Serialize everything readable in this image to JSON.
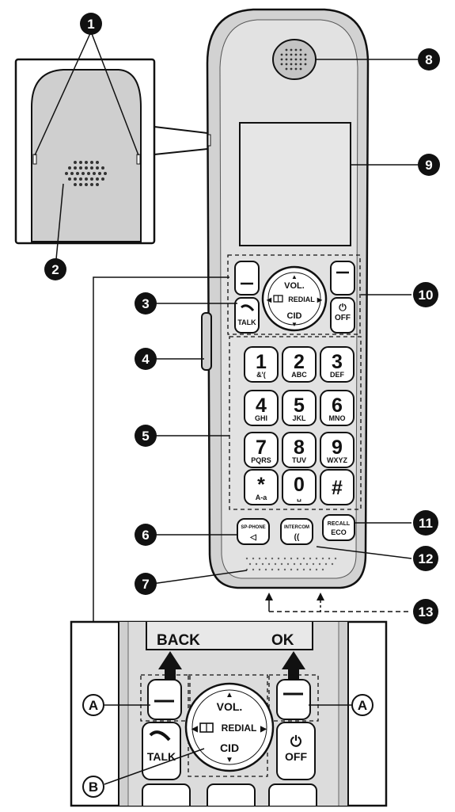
{
  "callouts": [
    "1",
    "2",
    "3",
    "4",
    "5",
    "6",
    "7",
    "8",
    "9",
    "10",
    "11",
    "12",
    "13"
  ],
  "nav_key": {
    "up": "VOL.",
    "right": "REDIAL",
    "down": "CID"
  },
  "talk_label": "TALK",
  "off_label": "OFF",
  "keypad": [
    {
      "main": "1",
      "sub": "&'("
    },
    {
      "main": "2",
      "sub": "ABC"
    },
    {
      "main": "3",
      "sub": "DEF"
    },
    {
      "main": "4",
      "sub": "GHI"
    },
    {
      "main": "5",
      "sub": "JKL"
    },
    {
      "main": "6",
      "sub": "MNO"
    },
    {
      "main": "7",
      "sub": "PQRS"
    },
    {
      "main": "8",
      "sub": "TUV"
    },
    {
      "main": "9",
      "sub": "WXYZ"
    },
    {
      "main": "*",
      "sub": "A-a"
    },
    {
      "main": "0",
      "sub": "␣"
    },
    {
      "main": "#",
      "sub": ""
    }
  ],
  "sp_phone_label": "SP-PHONE",
  "intercom_label": "INTERCOM",
  "recall_label": "RECALL",
  "eco_label": "ECO",
  "inset": {
    "back_label": "BACK",
    "ok_label": "OK",
    "letter_a": "A",
    "letter_b": "B",
    "vol_label": "VOL.",
    "redial_label": "REDIAL",
    "cid_label": "CID",
    "talk_label": "TALK",
    "off_label": "OFF"
  },
  "colors": {
    "body": "#cfcfcf",
    "screen": "#e8e8e8",
    "key": "#ffffff",
    "outline": "#111111"
  }
}
